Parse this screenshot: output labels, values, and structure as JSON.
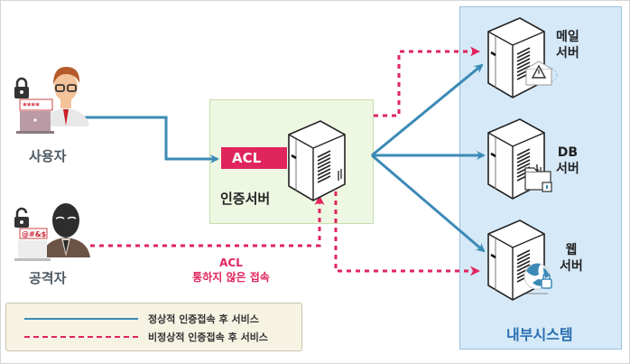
{
  "colors": {
    "normal_line": "#3b8ab6",
    "abnormal_line": "#e0245e",
    "acl": "#e0245e",
    "internal_zone": "#d6e9f8",
    "auth_zone": "#eef7e2",
    "legend_bg": "#f6f3e3",
    "zone_title": "#2a6fb0"
  },
  "actors": {
    "user": {
      "label": "사용자",
      "password_mask": "****",
      "icon": "user-with-lock-icon"
    },
    "attacker": {
      "label": "공격자",
      "password_mask": "@#&$",
      "icon": "hacker-with-unlock-icon"
    }
  },
  "auth_server": {
    "label": "인증서버",
    "acl_label": "ACL"
  },
  "deny_note": {
    "line1": "ACL",
    "line2": "통하지 않은 접속"
  },
  "internal_system": {
    "title": "내부시스템",
    "servers": [
      {
        "line1": "메일",
        "line2": "서버",
        "badge": "mail-warning-icon"
      },
      {
        "line1": "DB",
        "line2": "서버",
        "badge": "folder-lock-icon"
      },
      {
        "line1": "웹",
        "line2": "서버",
        "badge": "globe-lock-icon"
      }
    ]
  },
  "legend": {
    "normal": "정상적 인증접속 후 서비스",
    "abnormal": "비정상적 인증접속 후 서비스"
  }
}
